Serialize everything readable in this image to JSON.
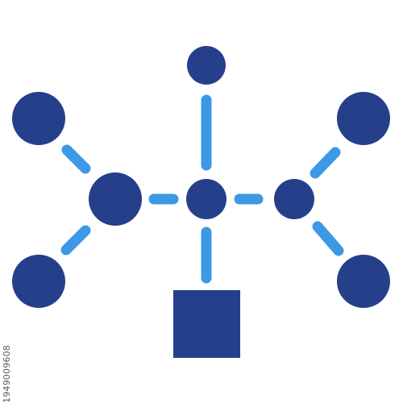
{
  "colors": {
    "node": "#263F8A",
    "connector": "#3D98E6",
    "background": "#FFFFFF",
    "watermark_text": "#5A5A5A"
  },
  "icon": {
    "name": "network-molecule-icon",
    "nodes": [
      "top-node",
      "center-node",
      "left-hub-node",
      "right-hub-node",
      "upper-left-node",
      "lower-left-node",
      "upper-right-node",
      "lower-right-node"
    ],
    "base": "root-square"
  },
  "watermark": {
    "stock_id": "1949009608"
  }
}
